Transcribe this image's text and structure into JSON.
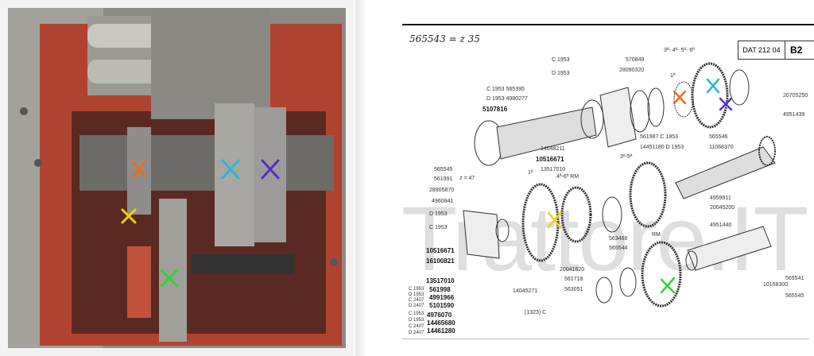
{
  "photo": {
    "markers": [
      {
        "name": "orange",
        "color": "#f06a1c"
      },
      {
        "name": "cyan",
        "color": "#2bb6d6"
      },
      {
        "name": "purple",
        "color": "#5a2bc9"
      },
      {
        "name": "yellow",
        "color": "#f5d000"
      },
      {
        "name": "green",
        "color": "#2fd42f"
      }
    ]
  },
  "diagram": {
    "handwritten_note": "565543 = z 35",
    "dat_label": "DAT 212 04",
    "sheet": "B2",
    "watermark": "Trattore.IT",
    "footer_code": "(1323) C",
    "labels": [
      "3ª- 4ª- 5ª- 6ª",
      "1ª",
      "C 1953",
      "D 1953",
      "570849",
      "28090320",
      "C 1953  565395",
      "D 1953  4980277",
      "5107816",
      "20705250",
      "4951439",
      "561987   C 1953",
      "14451180  D 1953",
      "565546",
      "11068370",
      "14048211",
      "10516671",
      "13517010",
      "3ª-5ª",
      "565545",
      "561991",
      "z = 47",
      "1ª",
      "4ª-6ª  RM",
      "28905870",
      "4960841",
      "D 1953",
      "C 1953",
      "4959911",
      "20045200",
      "4951440",
      "563466",
      "565544",
      "RM",
      "10516671",
      "16100821",
      "20041620",
      "561718",
      "563051",
      "13517010",
      "565541",
      "10158300",
      "565545",
      "14045271",
      "C 1953",
      "D 1953",
      "C 2407",
      "D 2407",
      "561998",
      "4991966",
      "5101590",
      "C 1953",
      "D 1953",
      "C 2407",
      "D 2407",
      "4976070",
      "14465680",
      "14461280"
    ]
  }
}
